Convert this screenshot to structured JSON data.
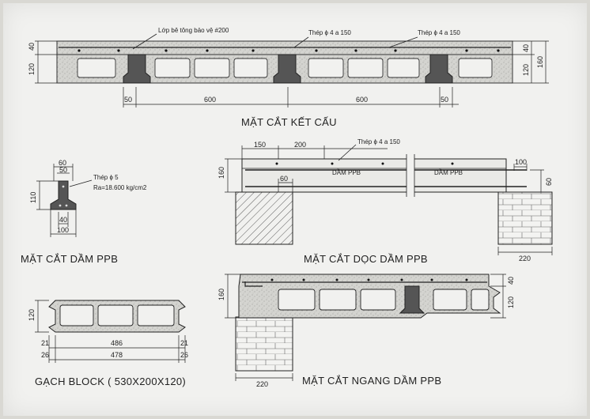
{
  "section_structure": {
    "title": "MẶT CẮT KẾT CẤU",
    "note_concrete": "Lớp bê tông bảo vệ #200",
    "note_steel_1": "Thép ϕ 4  a 150",
    "note_steel_2": "Thép ϕ 4  a 150",
    "dim_top_slab": "40",
    "dim_block": "120",
    "dim_right_top": "40",
    "dim_right_mid": "120",
    "dim_right_total": "160",
    "dim_beam_left": "50",
    "dim_span_1": "600",
    "dim_span_2": "600",
    "dim_beam_right": "50"
  },
  "beam_section": {
    "title": "MẶT CẮT DẦM PPB",
    "note_steel": "Thép ϕ 5",
    "note_ra": "Ra=18.600 kg/cm2",
    "dim_top_outer": "60",
    "dim_top_inner": "50",
    "dim_height": "110",
    "dim_bottom_inner": "40",
    "dim_bottom_outer": "100"
  },
  "longitudinal": {
    "title": "MẶT CẮT DỌC DẦM PPB",
    "note_steel": "Thép ϕ 4  a 150",
    "dim_150": "150",
    "dim_200": "200",
    "dim_height": "160",
    "dim_60_bearing": "60",
    "beam_label_1": "DẦM PPB",
    "beam_label_2": "DẦM PPB",
    "dim_100": "100",
    "dim_60_right": "60",
    "dim_220": "220"
  },
  "block_brick": {
    "title": "GẠCH BLOCK ( 530X200X120)",
    "dim_height": "120",
    "dim_21_left": "21",
    "dim_486": "486",
    "dim_21_right": "21",
    "dim_26_left": "26",
    "dim_478": "478",
    "dim_26_right": "26"
  },
  "transverse": {
    "title": "MẶT CẮT NGANG DẦM PPB",
    "dim_total": "160",
    "dim_top": "40",
    "dim_block": "120",
    "dim_220": "220"
  }
}
